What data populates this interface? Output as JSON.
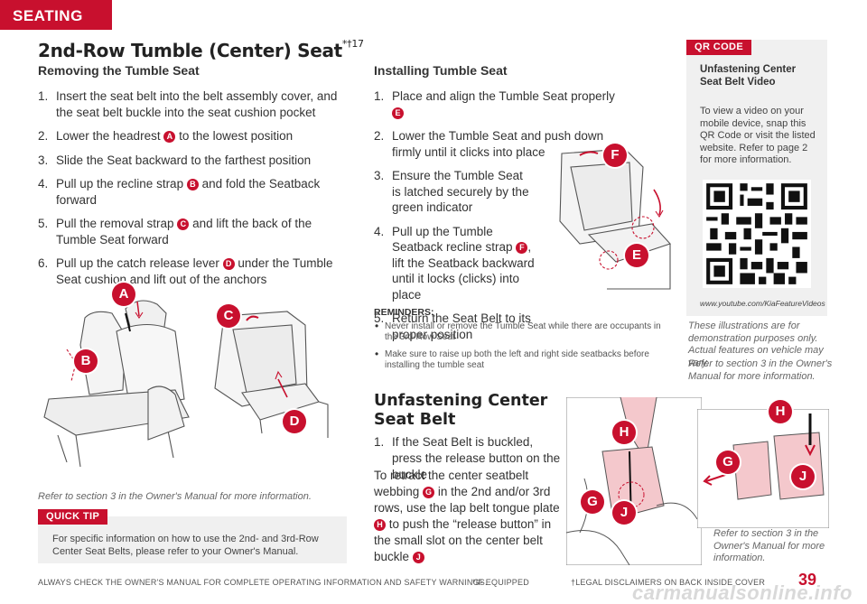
{
  "section_tab": "SEATING",
  "page_title": "2nd-Row Tumble (Center) Seat",
  "page_title_marks": "*†17",
  "removing": {
    "heading": "Removing the Tumble Seat",
    "steps": [
      {
        "num": "1.",
        "text": "Insert the seat belt into the belt assembly cover, and the seat belt buckle into the seat cushion pocket"
      },
      {
        "num": "2.",
        "pre": "Lower the headrest",
        "badge": "A",
        "post": "to the lowest position"
      },
      {
        "num": "3.",
        "text": "Slide the Seat backward to the farthest position"
      },
      {
        "num": "4.",
        "pre": "Pull up the recline strap",
        "badge": "B",
        "post": "and fold the Seatback forward"
      },
      {
        "num": "5.",
        "pre": "Pull the removal strap",
        "badge": "C",
        "post": "and lift the back of the Tumble Seat forward"
      },
      {
        "num": "6.",
        "pre": "Pull up the catch release lever",
        "badge": "D",
        "post": "under the Tumble Seat cushion and lift out of the anchors"
      }
    ]
  },
  "installing": {
    "heading": "Installing Tumble Seat",
    "steps": [
      {
        "num": "1.",
        "pre": "Place and align the Tumble Seat properly",
        "badge": "E",
        "post": ""
      },
      {
        "num": "2.",
        "text": "Lower the Tumble Seat and push down firmly until it clicks into place"
      },
      {
        "num": "3.",
        "text": "Ensure the Tumble Seat is latched securely by the green indicator"
      },
      {
        "num": "4.",
        "pre": "Pull up the Tumble Seatback recline strap",
        "badge": "F",
        "post": ", lift the Seatback backward until it locks (clicks) into place"
      },
      {
        "num": "5.",
        "text": "Return the Seat Belt to its proper position"
      }
    ]
  },
  "reminders": {
    "heading": "REMINDERS:",
    "items": [
      "Never install or remove the Tumble Seat while there are occupants in the 3rd-Row Seat",
      "Make sure to raise up both the left and right side seatbacks before installing the tumble seat"
    ]
  },
  "callouts": {
    "a": "A",
    "b": "B",
    "c": "C",
    "d": "D",
    "e": "E",
    "f": "F",
    "g": "G",
    "h": "H",
    "j": "J"
  },
  "refer_left": "Refer to section 3 in the Owner's Manual for more information.",
  "quick_tip": {
    "label": "QUICK TIP",
    "text": "For specific information on how to use the 2nd- and 3rd-Row Center Seat Belts, please refer to your Owner's Manual."
  },
  "qr": {
    "label": "QR CODE",
    "title": "Unfastening Center Seat Belt Video",
    "description": "To view a video on your mobile device, snap this QR Code or visit the listed website. Refer to page 2 for more information.",
    "url": "www.youtube.com/KiaFeatureVideos"
  },
  "illustration_note": "These illustrations are for demonstration purposes only. Actual features on vehicle may vary.",
  "refer_right": "Refer to section 3 in the Owner's Manual for more information.",
  "unfastening": {
    "title_line1": "Unfastening Center",
    "title_line2": "Seat Belt",
    "step1_num": "1.",
    "step1": "If the Seat Belt is buckled, press the release button on the buckle",
    "retract_pre": "To retract the center seatbelt webbing",
    "retract_badge1": "G",
    "retract_mid": "in the 2nd and/or 3rd rows, use the lap belt tongue plate",
    "retract_badge2": "H",
    "retract_mid2": "to push the “release button” in the small slot on the center belt buckle",
    "retract_badge3": "J"
  },
  "refer_bottom": "Refer to section 3 in the Owner's Manual for more information.",
  "footer": {
    "warning": "ALWAYS CHECK THE OWNER'S MANUAL FOR COMPLETE OPERATING INFORMATION AND SAFETY WARNINGS.",
    "if_equipped": "*IF EQUIPPED",
    "legal": "†LEGAL DISCLAIMERS ON BACK INSIDE COVER",
    "page_number": "39",
    "watermark": "carmanualsonline.info"
  }
}
